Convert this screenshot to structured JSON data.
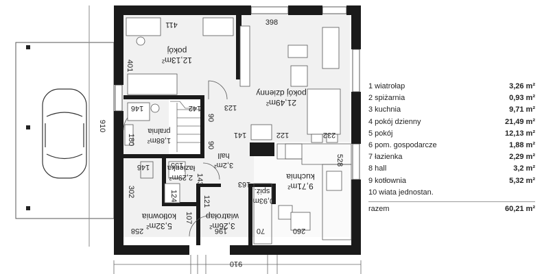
{
  "plan": {
    "rooms": {
      "pokoj": {
        "name": "pokój",
        "area": "12,13m²"
      },
      "pokoj_dzienny": {
        "name": "pokój dzienny",
        "area": "21,49m²"
      },
      "pralnia": {
        "name": "pralnia",
        "area": "1,88m²"
      },
      "hall": {
        "name": "hall",
        "area": "3,2m²"
      },
      "lazienka": {
        "name": "łazienka",
        "area": "2,29m²"
      },
      "kuchnia": {
        "name": "kuchnia",
        "area": "9,71m²"
      },
      "spiz": {
        "name": "spiż.",
        "area": "0,93m²"
      },
      "kotlownia": {
        "name": "kotłownia",
        "area": "5,32m²"
      },
      "wiatrolap": {
        "name": "wiatrołap",
        "area": "3,26m²"
      }
    },
    "dims": {
      "d411": "411",
      "d398": "398",
      "d401": "401",
      "d146a": "146",
      "d142": "142",
      "d123": "123",
      "d90a": "90",
      "d141": "141",
      "d122": "122",
      "d232": "232",
      "d180": "180",
      "d90b": "90",
      "d146b": "146",
      "d155": "155",
      "d143": "143",
      "d163": "163",
      "d528": "528",
      "d302": "302",
      "d124": "124",
      "d121": "121",
      "d107": "107",
      "d258": "258",
      "d196": "196",
      "d70": "70",
      "d260": "260",
      "d910w": "910",
      "d910h": "910"
    }
  },
  "legend": {
    "items": [
      {
        "label": "1 wiatrołap",
        "value": "3,26 m²"
      },
      {
        "label": "2 spiżarnia",
        "value": "0,93 m²"
      },
      {
        "label": "3 kuchnia",
        "value": "9,71 m²"
      },
      {
        "label": "4 pokój dzienny",
        "value": "21,49 m²"
      },
      {
        "label": "5 pokój",
        "value": "12,13 m²"
      },
      {
        "label": "6 pom. gospodarcze",
        "value": "1,88 m²"
      },
      {
        "label": "7 łazienka",
        "value": "2,29 m²"
      },
      {
        "label": "8 hall",
        "value": "3,2 m²"
      },
      {
        "label": "9 kotłownia",
        "value": "5,32 m²"
      },
      {
        "label": "10 wiata jednostan.",
        "value": ""
      }
    ],
    "total": {
      "label": "razem",
      "value": "60,21 m²"
    }
  }
}
